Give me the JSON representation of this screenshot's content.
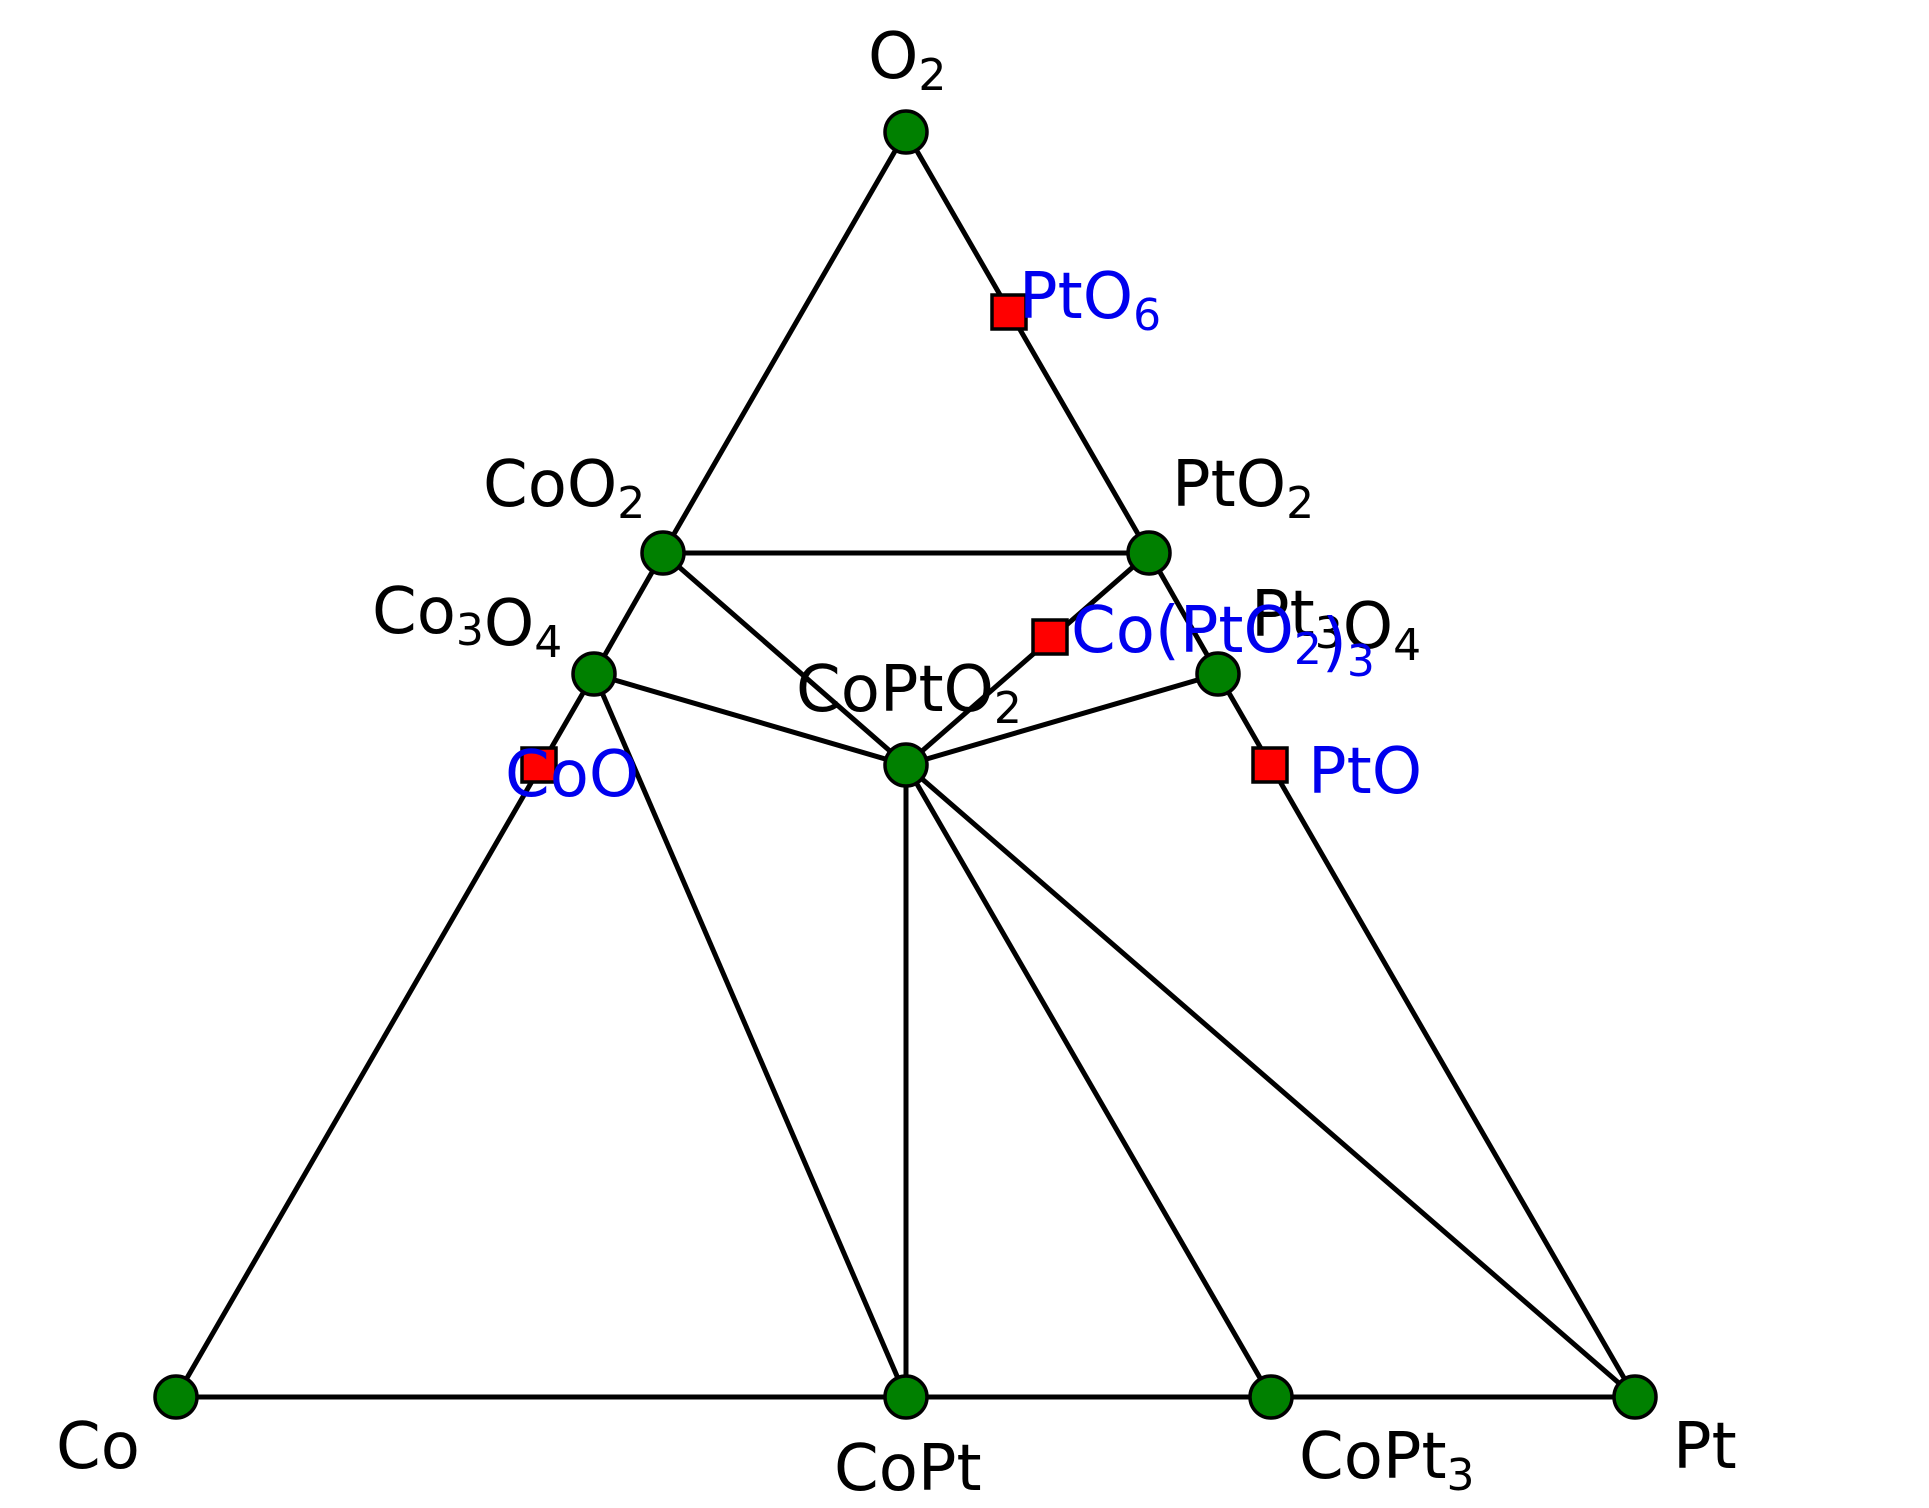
{
  "diagram": {
    "type": "ternary-phase-diagram",
    "stable_color": "#008000",
    "unstable_color": "#ff0000",
    "stable_label_color": "#000000",
    "unstable_label_color": "#0000ee",
    "stable_phases": [
      {
        "id": "co",
        "parts": [
          [
            "Co",
            ""
          ]
        ]
      },
      {
        "id": "copt",
        "parts": [
          [
            "CoPt",
            ""
          ]
        ]
      },
      {
        "id": "copt3",
        "parts": [
          [
            "CoPt",
            "3"
          ]
        ]
      },
      {
        "id": "pt",
        "parts": [
          [
            "Pt",
            ""
          ]
        ]
      },
      {
        "id": "o2",
        "parts": [
          [
            "O",
            "2"
          ]
        ]
      },
      {
        "id": "coo2",
        "parts": [
          [
            "CoO",
            "2"
          ]
        ]
      },
      {
        "id": "pto2",
        "parts": [
          [
            "PtO",
            "2"
          ]
        ]
      },
      {
        "id": "co3o4",
        "parts": [
          [
            "Co",
            "3"
          ],
          [
            "O",
            "4"
          ]
        ]
      },
      {
        "id": "pt3o4",
        "parts": [
          [
            "Pt",
            "3"
          ],
          [
            "O",
            "4"
          ]
        ]
      },
      {
        "id": "copto2",
        "parts": [
          [
            "CoPtO",
            "2"
          ]
        ]
      }
    ],
    "unstable_phases": [
      {
        "id": "pto6",
        "parts": [
          [
            "PtO",
            "6"
          ]
        ]
      },
      {
        "id": "co-pto2-3",
        "parts": [
          [
            "Co(PtO",
            "2"
          ],
          [
            ")",
            "3"
          ]
        ]
      },
      {
        "id": "coo",
        "parts": [
          [
            "CoO",
            ""
          ]
        ]
      },
      {
        "id": "pto",
        "parts": [
          [
            "PtO",
            ""
          ]
        ]
      }
    ],
    "tie_lines": [
      [
        "co",
        "copt"
      ],
      [
        "copt",
        "copt3"
      ],
      [
        "copt3",
        "pt"
      ],
      [
        "co",
        "co3o4"
      ],
      [
        "co3o4",
        "coo2"
      ],
      [
        "coo2",
        "o2"
      ],
      [
        "o2",
        "pto2"
      ],
      [
        "pto2",
        "pt3o4"
      ],
      [
        "pt3o4",
        "pt"
      ],
      [
        "coo2",
        "pto2"
      ],
      [
        "coo2",
        "copto2"
      ],
      [
        "pto2",
        "copto2"
      ],
      [
        "co3o4",
        "copto2"
      ],
      [
        "pt3o4",
        "copto2"
      ],
      [
        "co3o4",
        "copt"
      ],
      [
        "copto2",
        "copt"
      ],
      [
        "copto2",
        "copt3"
      ],
      [
        "copto2",
        "pt"
      ]
    ]
  }
}
